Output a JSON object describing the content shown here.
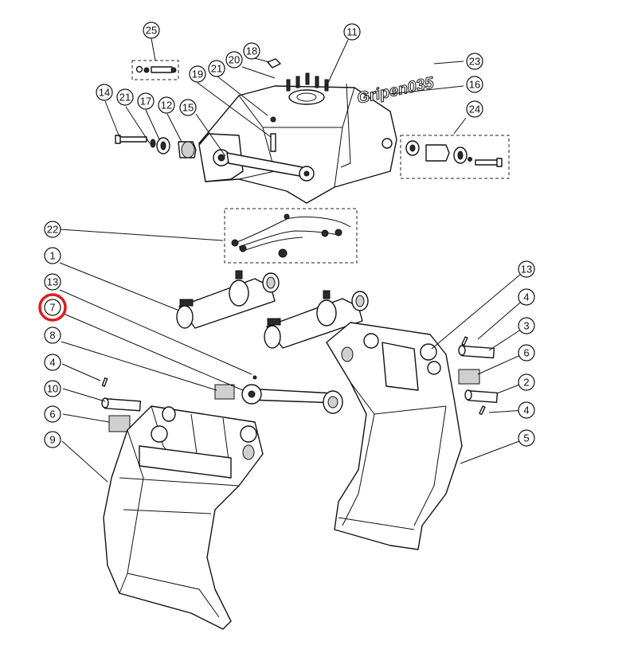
{
  "diagram": {
    "logo_text": "Gripen035",
    "highlighted_callout": "7",
    "highlight_color": "#e01a1a",
    "callouts": [
      {
        "label": "25"
      },
      {
        "label": "18"
      },
      {
        "label": "11"
      },
      {
        "label": "20"
      },
      {
        "label": "21"
      },
      {
        "label": "19"
      },
      {
        "label": "23"
      },
      {
        "label": "16"
      },
      {
        "label": "14"
      },
      {
        "label": "21"
      },
      {
        "label": "17"
      },
      {
        "label": "12"
      },
      {
        "label": "15"
      },
      {
        "label": "24"
      },
      {
        "label": "22"
      },
      {
        "label": "1"
      },
      {
        "label": "13"
      },
      {
        "label": "13"
      },
      {
        "label": "7"
      },
      {
        "label": "4"
      },
      {
        "label": "8"
      },
      {
        "label": "3"
      },
      {
        "label": "6"
      },
      {
        "label": "4"
      },
      {
        "label": "2"
      },
      {
        "label": "10"
      },
      {
        "label": "4"
      },
      {
        "label": "6"
      },
      {
        "label": "5"
      },
      {
        "label": "9"
      }
    ]
  }
}
